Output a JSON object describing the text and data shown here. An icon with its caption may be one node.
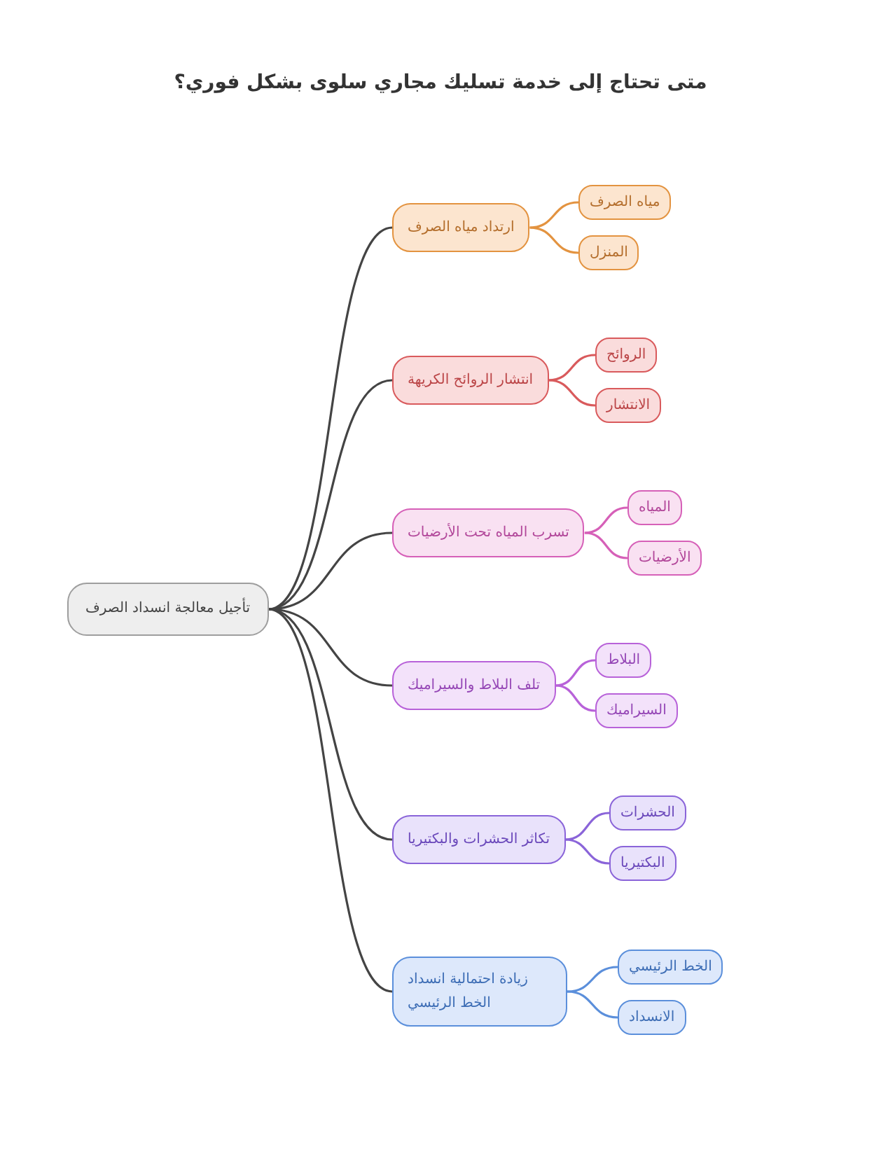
{
  "diagram": {
    "title": "متى تحتاج إلى خدمة تسليك مجاري سلوى بشكل فوري؟",
    "nodes": [
      {
        "text": [
          "تأجيل معالجة انسداد الصرف"
        ]
      },
      {
        "text": [
          "ارتداد مياه الصرف"
        ]
      },
      {
        "text": [
          "مياه الصرف"
        ]
      },
      {
        "text": [
          "المنزل"
        ]
      },
      {
        "text": [
          "انتشار الروائح الكريهة"
        ]
      },
      {
        "text": [
          "الروائح"
        ]
      },
      {
        "text": [
          "الانتشار"
        ]
      },
      {
        "text": [
          "تسرب المياه تحت الأرضيات"
        ]
      },
      {
        "text": [
          "المياه"
        ]
      },
      {
        "text": [
          "الأرضيات"
        ]
      },
      {
        "text": [
          "تلف البلاط والسيراميك"
        ]
      },
      {
        "text": [
          "البلاط"
        ]
      },
      {
        "text": [
          "السيراميك"
        ]
      },
      {
        "text": [
          "تكاثر الحشرات والبكتيريا"
        ]
      },
      {
        "text": [
          "الحشرات"
        ]
      },
      {
        "text": [
          "البكتيريا"
        ]
      },
      {
        "text": [
          "زيادة احتمالية انسداد الخط الرئيسي"
        ]
      },
      {
        "text": [
          "الخط الرئيسي"
        ]
      },
      {
        "text": [
          "الانسداد"
        ]
      }
    ],
    "edges": [
      {
        "from": 0,
        "to": 1,
        "arrow": "none"
      },
      {
        "from": 0,
        "to": 4,
        "arrow": "none"
      },
      {
        "from": 0,
        "to": 7,
        "arrow": "none"
      },
      {
        "from": 0,
        "to": 10,
        "arrow": "none"
      },
      {
        "from": 0,
        "to": 13,
        "arrow": "none"
      },
      {
        "from": 0,
        "to": 16,
        "arrow": "none"
      },
      {
        "from": 1,
        "to": 2,
        "arrow": "none",
        "color": "#e39340"
      },
      {
        "from": 1,
        "to": 3,
        "arrow": "none",
        "color": "#e39340"
      },
      {
        "from": 4,
        "to": 5,
        "arrow": "none",
        "color": "#d95a5c"
      },
      {
        "from": 4,
        "to": 6,
        "arrow": "none",
        "color": "#d95a5c"
      },
      {
        "from": 7,
        "to": 8,
        "arrow": "none",
        "color": "#d660b8"
      },
      {
        "from": 7,
        "to": 9,
        "arrow": "none",
        "color": "#d660b8"
      },
      {
        "from": 10,
        "to": 11,
        "arrow": "none",
        "color": "#b862d9"
      },
      {
        "from": 10,
        "to": 12,
        "arrow": "none",
        "color": "#b862d9"
      },
      {
        "from": 13,
        "to": 14,
        "arrow": "none",
        "color": "#8a64d9"
      },
      {
        "from": 13,
        "to": 15,
        "arrow": "none",
        "color": "#8a64d9"
      },
      {
        "from": 16,
        "to": 17,
        "arrow": "none",
        "color": "#5b8fdb"
      },
      {
        "from": 16,
        "to": 18,
        "arrow": "none",
        "color": "#5b8fdb"
      }
    ]
  }
}
